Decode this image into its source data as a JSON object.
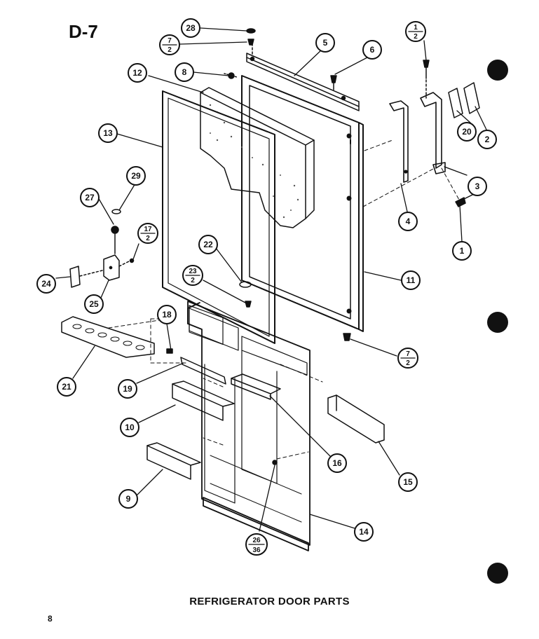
{
  "diagram_label": "D-7",
  "caption": "REFRIGERATOR DOOR PARTS",
  "page_number": "8",
  "callouts": [
    {
      "id": "c28",
      "label": "28"
    },
    {
      "id": "c7-2-top",
      "top": "7",
      "bottom": "2"
    },
    {
      "id": "c5",
      "label": "5"
    },
    {
      "id": "c6",
      "label": "6"
    },
    {
      "id": "c1-2",
      "top": "1",
      "bottom": "2"
    },
    {
      "id": "c12",
      "label": "12"
    },
    {
      "id": "c8",
      "label": "8"
    },
    {
      "id": "c13",
      "label": "13"
    },
    {
      "id": "c20",
      "label": "20"
    },
    {
      "id": "c2",
      "label": "2"
    },
    {
      "id": "c3",
      "label": "3"
    },
    {
      "id": "c29",
      "label": "29"
    },
    {
      "id": "c27",
      "label": "27"
    },
    {
      "id": "c4",
      "label": "4"
    },
    {
      "id": "c17-2",
      "top": "17",
      "bottom": "2"
    },
    {
      "id": "c1",
      "label": "1"
    },
    {
      "id": "c22",
      "label": "22"
    },
    {
      "id": "c24",
      "label": "24"
    },
    {
      "id": "c23-2",
      "top": "23",
      "bottom": "2"
    },
    {
      "id": "c11",
      "label": "11"
    },
    {
      "id": "c25",
      "label": "25"
    },
    {
      "id": "c18",
      "label": "18"
    },
    {
      "id": "c7-2-bot",
      "top": "7",
      "bottom": "2"
    },
    {
      "id": "c21",
      "label": "21"
    },
    {
      "id": "c19",
      "label": "19"
    },
    {
      "id": "c10",
      "label": "10"
    },
    {
      "id": "c16",
      "label": "16"
    },
    {
      "id": "c15",
      "label": "15"
    },
    {
      "id": "c9",
      "label": "9"
    },
    {
      "id": "c14",
      "label": "14"
    },
    {
      "id": "c26-36",
      "top": "26",
      "bottom": "36"
    }
  ]
}
